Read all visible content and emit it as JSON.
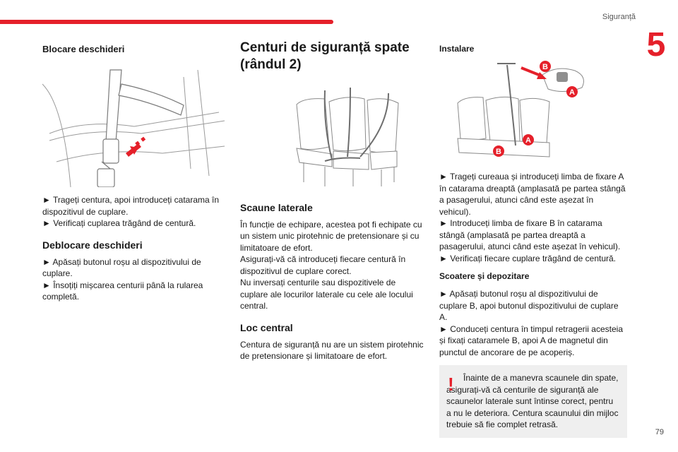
{
  "header": {
    "section": "Siguranță",
    "chapter": "5",
    "page_number": "79"
  },
  "col1": {
    "title_lock": "Blocare deschideri",
    "lock_steps": [
      "► Trageți centura, apoi introduceți catarama în dispozitivul de cuplare.",
      "► Verificați cuplarea trăgând de centură."
    ],
    "title_unlock": "Deblocare deschideri",
    "unlock_steps": [
      "► Apăsați butonul roșu al dispozitivului de cuplare.",
      "► Însoțiți mișcarea centurii până la rularea completă."
    ]
  },
  "col2": {
    "title": "Centuri de siguranță spate (rândul 2)",
    "title_side": "Scaune laterale",
    "side_text": [
      "În funcție de echipare, acestea pot fi echipate cu un sistem unic pirotehnic de pretensionare și cu limitatoare de efort.",
      "Asigurați-vă că introduceți fiecare centură în dispozitivul de cuplare corect.",
      "Nu inversați centurile sau dispozitivele de cuplare ale locurilor laterale cu cele ale locului central."
    ],
    "title_center": "Loc central",
    "center_text": "Centura de siguranță nu are un sistem pirotehnic de pretensionare și limitatoare de efort."
  },
  "col3": {
    "title_install": "Instalare",
    "labels": {
      "a": "A",
      "b": "B"
    },
    "install_steps": [
      "► Trageți cureaua și introduceți limba de fixare A în catarama dreaptă (amplasată pe partea stângă a pasagerului, atunci când este așezat în vehicul).",
      "► Introduceți limba de fixare B în catarama stângă (amplasată pe partea dreaptă a pasagerului, atunci când este așezat în vehicul).",
      "► Verificați fiecare cuplare trăgând de centură."
    ],
    "title_remove": "Scoatere și depozitare",
    "remove_steps": [
      "► Apăsați butonul roșu al dispozitivului de cuplare B, apoi butonul dispozitivului de cuplare A.",
      "► Conduceți centura în timpul retragerii acesteia și fixați cataramele B, apoi A de magnetul din punctul de ancorare de pe acoperiș."
    ],
    "warning_mark": "!",
    "warning_text": "Înainte de a manevra scaunele din spate, asigurați-vă că centurile de siguranță ale scaunelor laterale sunt întinse corect, pentru a nu le deteriora. Centura scaunului din mijloc trebuie să fie complet retrasă."
  },
  "colors": {
    "accent": "#e5202a",
    "warning_bg": "#efefef"
  }
}
